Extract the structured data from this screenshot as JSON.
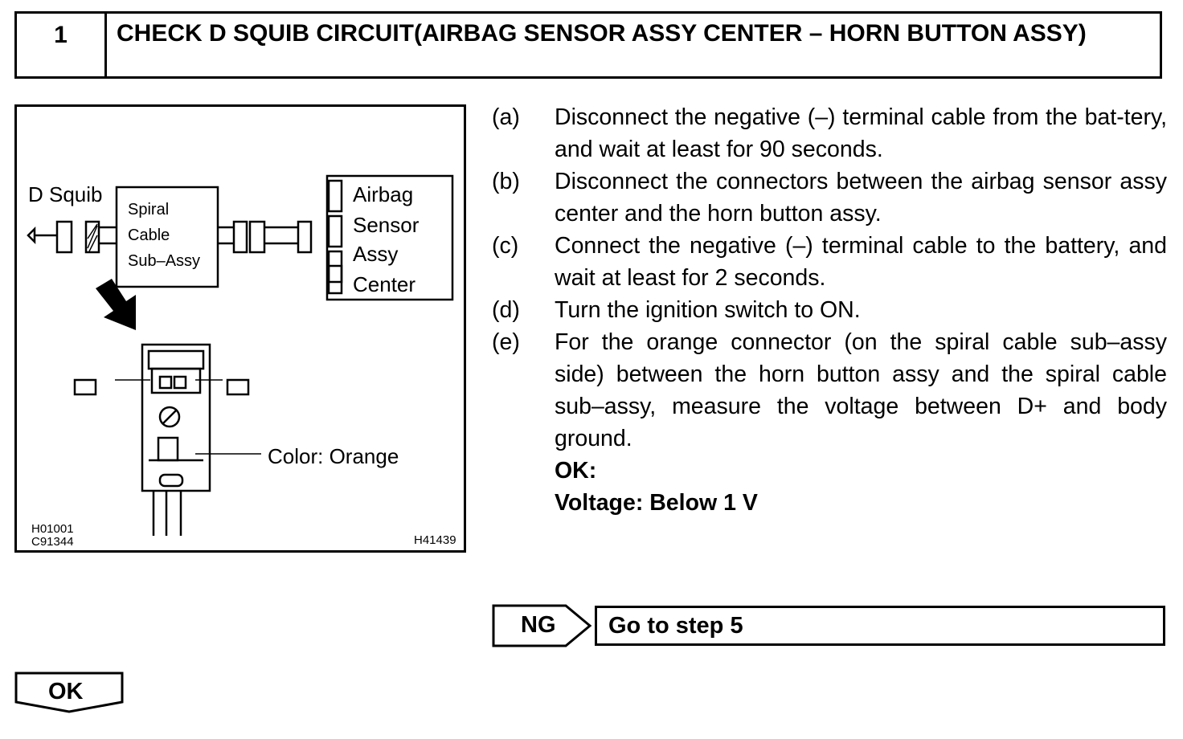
{
  "header": {
    "step_number": "1",
    "title": "CHECK D SQUIB CIRCUIT(AIRBAG SENSOR ASSY CENTER – HORN BUTTON ASSY)"
  },
  "figure": {
    "d_squib_label": "D Squib",
    "spiral_lines": [
      "Spiral",
      "Cable",
      "Sub–Assy"
    ],
    "airbag_lines": [
      "Airbag",
      "Sensor",
      "Assy",
      "Center"
    ],
    "color_label": "Color: Orange",
    "code_left_1": "H01001",
    "code_left_2": "C91344",
    "code_right": "H41439"
  },
  "steps": [
    {
      "label": "(a)",
      "text": "Disconnect the negative (–) terminal cable from the bat-tery, and wait at least for 90 seconds."
    },
    {
      "label": "(b)",
      "text": "Disconnect the connectors between the airbag sensor assy center and the horn button assy."
    },
    {
      "label": "(c)",
      "text": "Connect the negative (–) terminal cable to the battery, and wait at least for 2 seconds."
    },
    {
      "label": "(d)",
      "text": "Turn the ignition switch to ON."
    },
    {
      "label": "(e)",
      "text": "For the orange connector (on the spiral cable sub–assy side) between the horn button assy and the spiral cable sub–assy, measure the voltage between D+ and body ground."
    }
  ],
  "result": {
    "ok_label": "OK:",
    "spec": "Voltage: Below 1 V"
  },
  "ng": {
    "tag": "NG",
    "action": "Go to step 5"
  },
  "ok": {
    "tag": "OK"
  }
}
